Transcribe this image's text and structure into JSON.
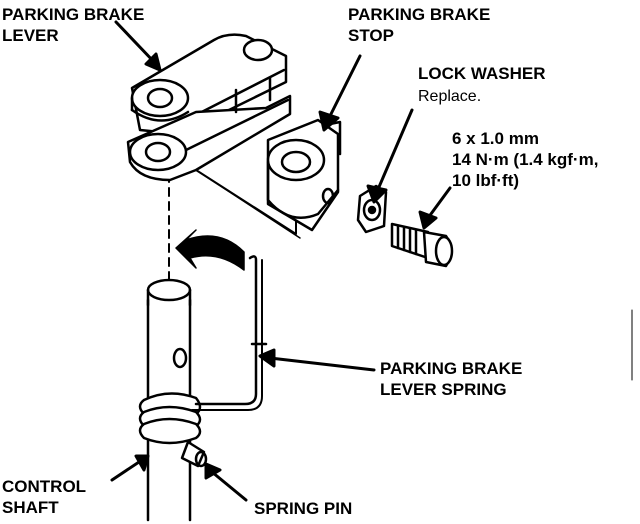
{
  "labels": {
    "parking_brake_lever": [
      "PARKING BRAKE",
      "LEVER"
    ],
    "parking_brake_stop": [
      "PARKING BRAKE",
      "STOP"
    ],
    "lock_washer": "LOCK WASHER",
    "lock_washer_note": "Replace.",
    "bolt_spec": [
      "6 x 1.0 mm",
      "14 N·m (1.4 kgf·m,",
      "10 lbf·ft)"
    ],
    "parking_brake_lever_spring": [
      "PARKING BRAKE",
      "LEVER SPRING"
    ],
    "control_shaft": [
      "CONTROL",
      "SHAFT"
    ],
    "spring_pin": "SPRING PIN"
  },
  "colors": {
    "ink": "#000000",
    "paper": "#ffffff"
  }
}
